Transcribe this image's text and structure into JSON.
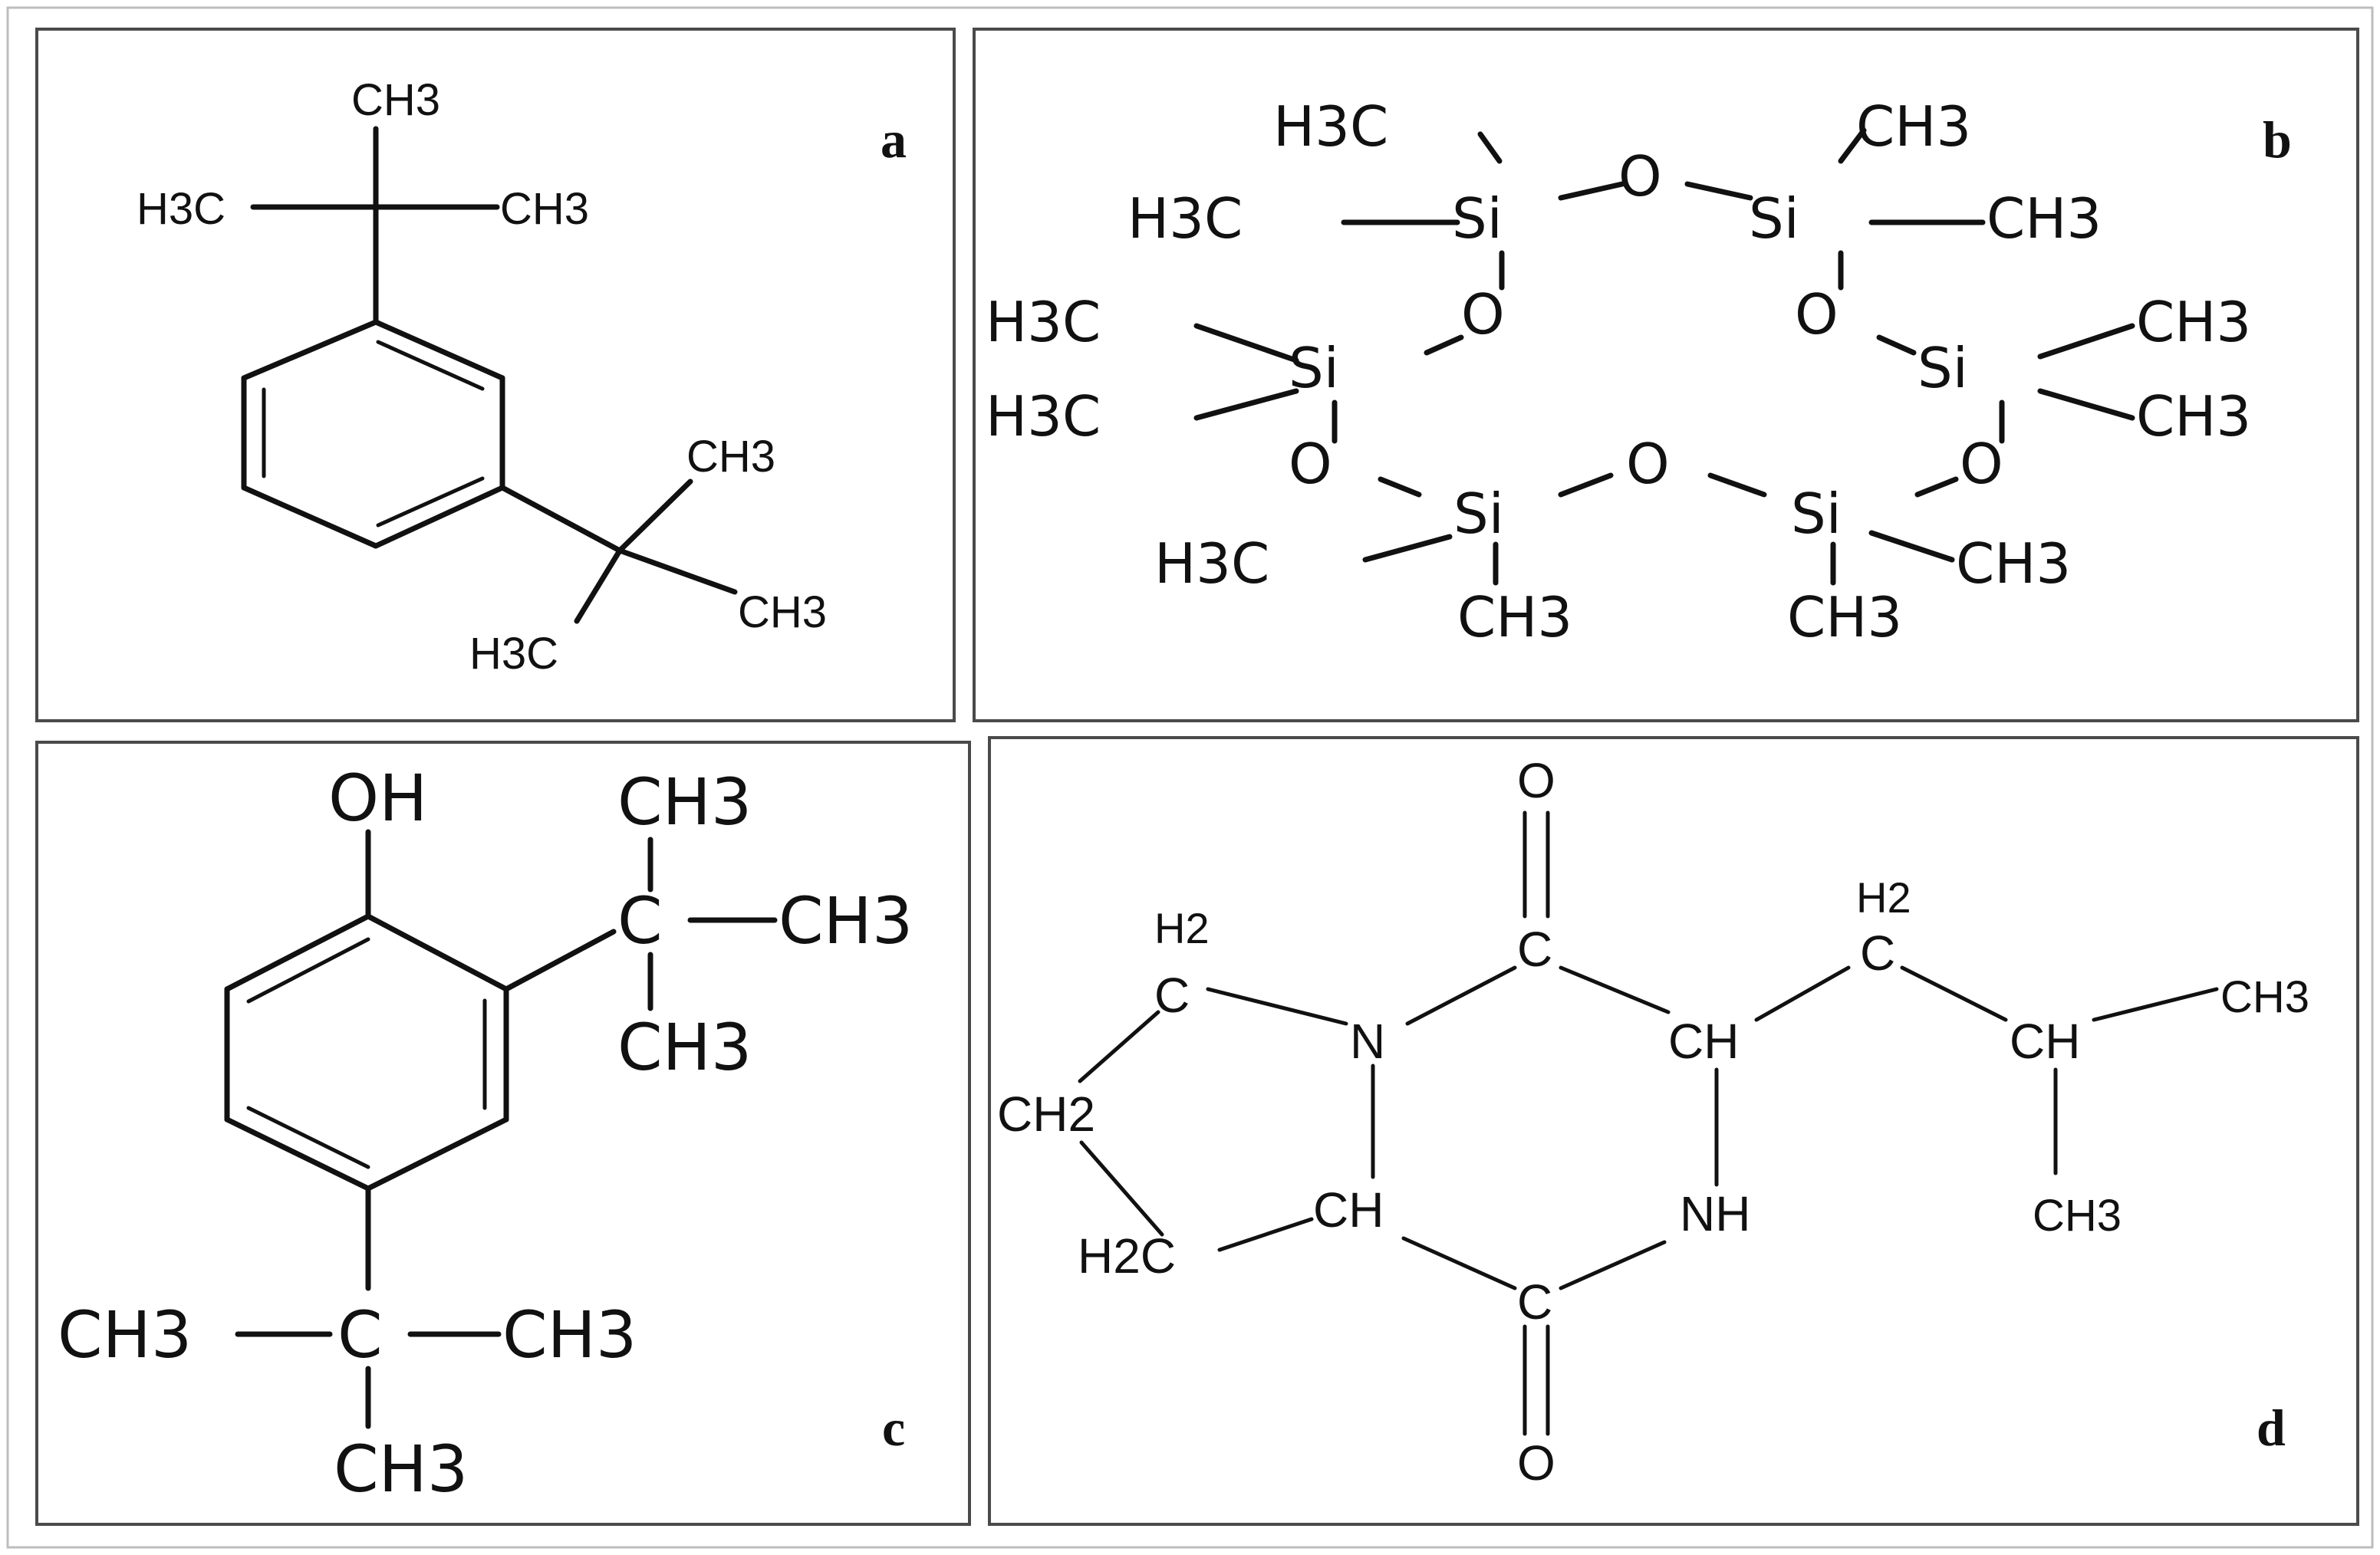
{
  "panels": {
    "a": {
      "label": "a",
      "atoms": {
        "top_ch3": "CH3",
        "left_h3c": "H3C",
        "right_ch3": "CH3",
        "ring_tbu_ch3_top": "CH3",
        "ring_tbu_ch3_right": "CH3",
        "ring_tbu_h3c_bottom": "H3C"
      }
    },
    "b": {
      "label": "b",
      "atoms": {
        "si_top_left": "Si",
        "si_top_right": "Si",
        "si_mid_left": "Si",
        "si_mid_right": "Si",
        "si_bot_left": "Si",
        "si_bot_right": "Si",
        "o_top": "O",
        "o_upper_left": "O",
        "o_upper_right": "O",
        "o_lower_left": "O",
        "o_lower_right": "O",
        "o_bottom": "O",
        "tl_me1": "H3C",
        "tl_me2": "H3C",
        "tr_me1": "CH3",
        "tr_me2": "CH3",
        "ml_me1": "H3C",
        "ml_me2": "H3C",
        "mr_me1": "CH3",
        "mr_me2": "CH3",
        "bl_me1": "H3C",
        "bl_me2": "CH3",
        "br_me1": "CH3",
        "br_me2": "CH3"
      }
    },
    "c": {
      "label": "c",
      "atoms": {
        "oh": "OH",
        "tbu1_c": "C",
        "tbu1_ch3_top": "CH3",
        "tbu1_ch3_right": "CH3",
        "tbu1_ch3_bottom": "CH3",
        "tbu2_c": "C",
        "tbu2_ch3_left": "CH3",
        "tbu2_ch3_right": "CH3",
        "tbu2_ch3_bottom": "CH3"
      }
    },
    "d": {
      "label": "d",
      "atoms": {
        "o_top": "O",
        "c_top": "C",
        "n": "N",
        "ch_right": "CH",
        "nh": "NH",
        "c_bottom": "C",
        "o_bottom": "O",
        "ch_ring": "CH",
        "ch2_top": "C",
        "ch2_top_h": "H2",
        "ch2_left": "CH2",
        "ch2_bottom": "H2C",
        "side_ch2": "C",
        "side_ch2_h": "H2",
        "side_ch": "CH",
        "side_ch3_right": "CH3",
        "side_ch3_bottom": "CH3"
      }
    }
  }
}
